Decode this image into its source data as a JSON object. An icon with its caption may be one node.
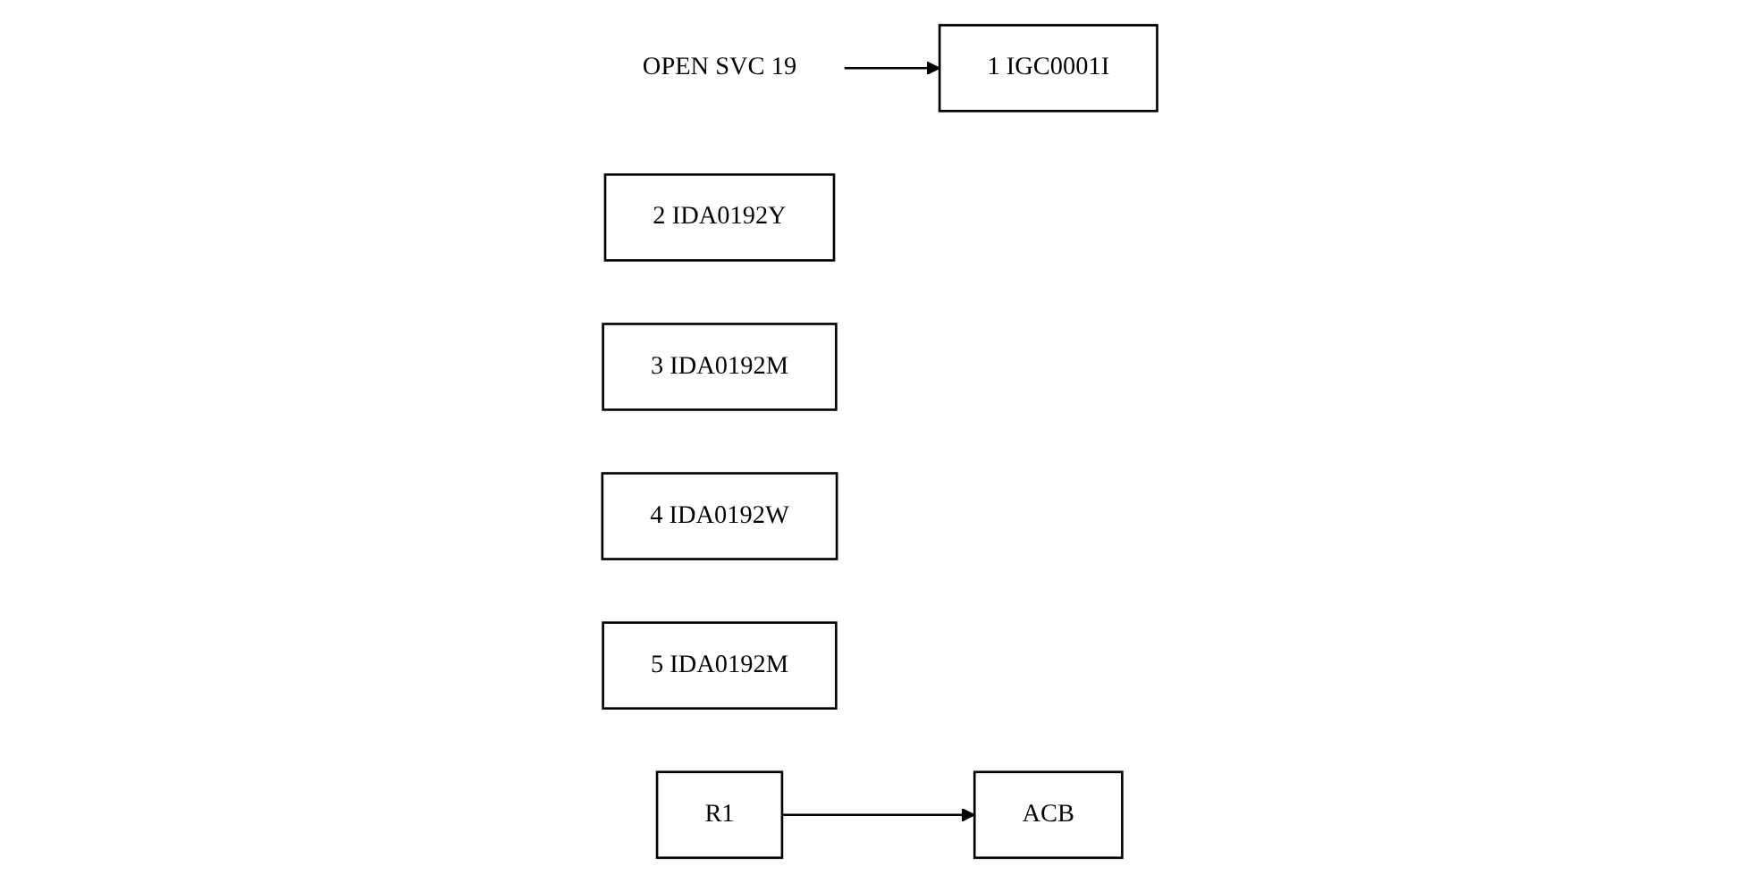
{
  "diagram": {
    "nodes": [
      {
        "text": [
          "OPEN SVC 19"
        ]
      },
      {
        "text": [
          "1 IGC0001I"
        ]
      },
      {
        "text": [
          "2 IDA0192Y"
        ]
      },
      {
        "text": [
          "3 IDA0192M"
        ]
      },
      {
        "text": [
          "4 IDA0192W"
        ]
      },
      {
        "text": [
          "5 IDA0192M"
        ]
      },
      {
        "text": [
          "R1"
        ]
      },
      {
        "text": [
          "ACB"
        ]
      }
    ],
    "edges": [
      {
        "from": 0,
        "to": 1,
        "arrow": "to"
      },
      {
        "from": 6,
        "to": 7,
        "arrow": "to"
      }
    ]
  }
}
